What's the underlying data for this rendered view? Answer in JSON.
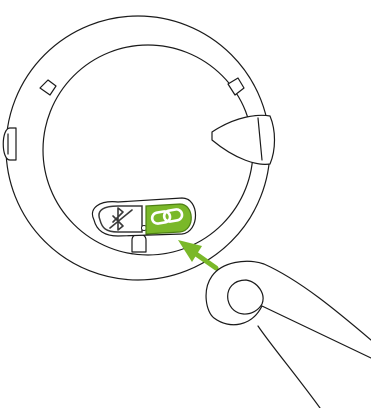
{
  "illustration": {
    "subject": "pairing-button-press",
    "device": "round-device",
    "buttons": [
      {
        "name": "bluetooth-off-button",
        "icon": "bluetooth-crossed-icon",
        "state": "inactive"
      },
      {
        "name": "pair-link-button",
        "icon": "link-chain-icon",
        "state": "highlighted"
      }
    ],
    "arrow": {
      "icon": "press-arrow-icon"
    },
    "hand": {
      "icon": "finger-icon"
    }
  },
  "colors": {
    "outline": "#1a1a1a",
    "accent": "#7ab829",
    "button_dark": "#3a3a3a",
    "background": "#ffffff"
  }
}
